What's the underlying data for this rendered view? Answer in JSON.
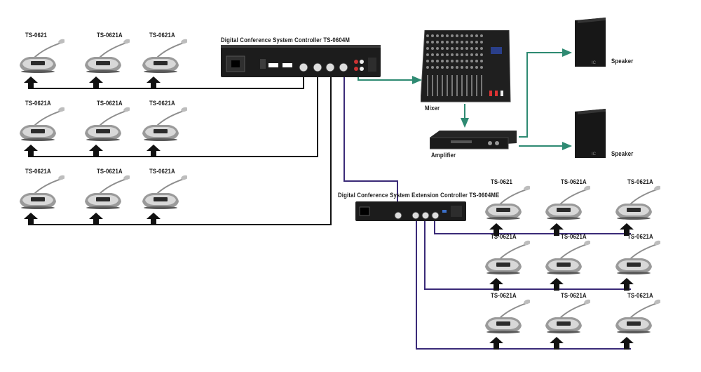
{
  "main_controller": {
    "label": "Digital Conference System Controller  TS-0604M"
  },
  "extension_controller": {
    "label": "Digital Conference System Extension Controller  TS-0604ME"
  },
  "mixer": {
    "label": "Mixer"
  },
  "amplifier": {
    "label": "Amplifier"
  },
  "speakers": [
    {
      "label": "Speaker"
    },
    {
      "label": "Speaker"
    }
  ],
  "left_rows": [
    {
      "units": [
        "TS-0621",
        "TS-0621A",
        "TS-0621A"
      ]
    },
    {
      "units": [
        "TS-0621A",
        "TS-0621A",
        "TS-0621A"
      ]
    },
    {
      "units": [
        "TS-0621A",
        "TS-0621A",
        "TS-0621A"
      ]
    }
  ],
  "right_rows": [
    {
      "units": [
        "TS-0621",
        "TS-0621A",
        "TS-0621A"
      ]
    },
    {
      "units": [
        "TS-0621A",
        "TS-0621A",
        "TS-0621A"
      ]
    },
    {
      "units": [
        "TS-0621A",
        "TS-0621A",
        "TS-0621A"
      ]
    }
  ],
  "colors": {
    "chain_cable": "#111111",
    "trunk_cable": "#3a2a78",
    "audio_cable": "#2e8a72",
    "device_body": "#1c1c1c"
  }
}
